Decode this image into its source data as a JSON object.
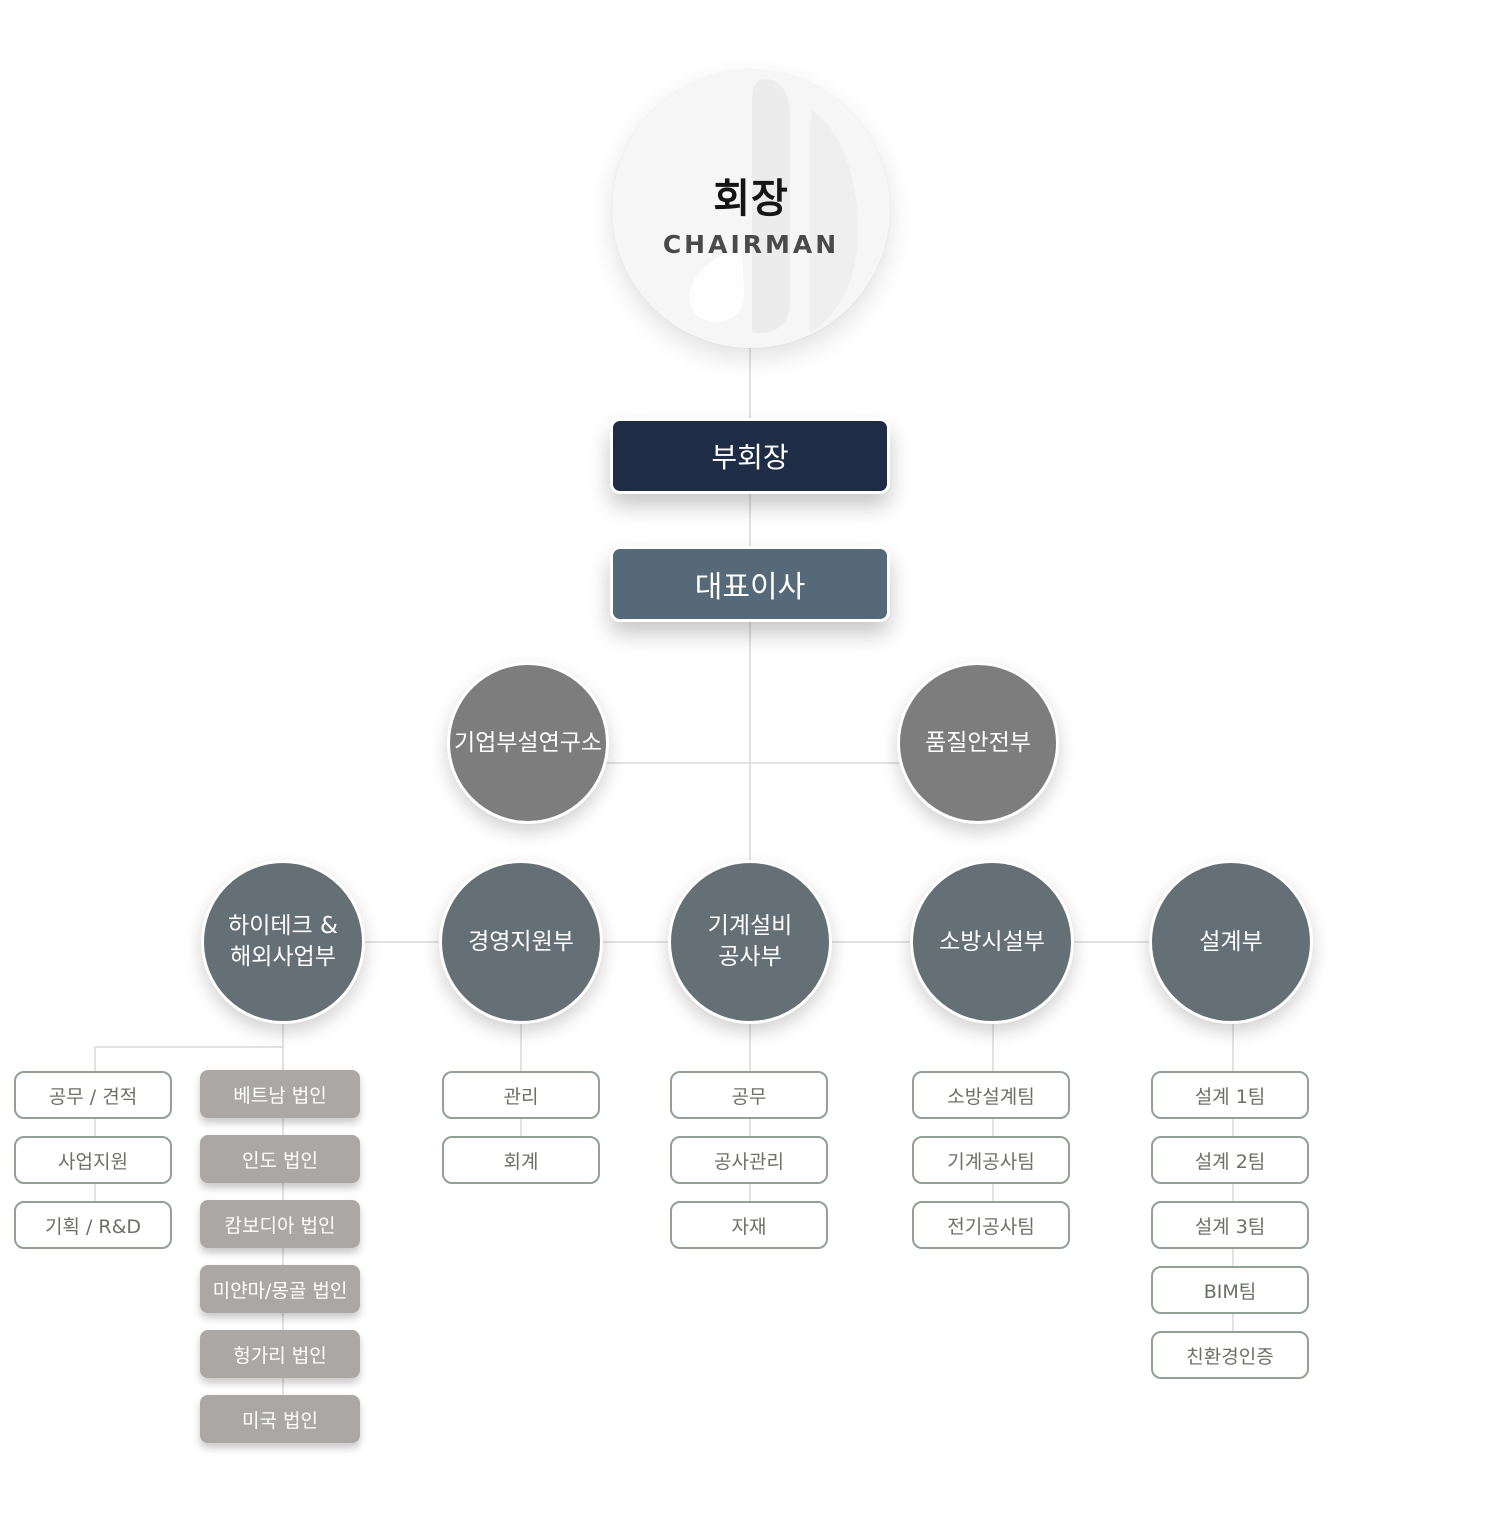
{
  "chairman": {
    "title_ko": "회장",
    "title_en": "CHAIRMAN"
  },
  "vice_chairman": {
    "label": "부회장"
  },
  "ceo": {
    "label": "대표이사"
  },
  "staff": {
    "research_lab": "기업부설연구소",
    "quality_safety": "품질안전부"
  },
  "divisions": {
    "hitech": {
      "label": "하이테크 &\n해외사업부",
      "teams": [
        "공무 / 견적",
        "사업지원",
        "기획 / R&D"
      ],
      "subsidiaries": [
        "베트남 법인",
        "인도 법인",
        "캄보디아 법인",
        "미얀마/몽골 법인",
        "헝가리 법인",
        "미국 법인"
      ]
    },
    "management": {
      "label": "경영지원부",
      "teams": [
        "관리",
        "회계"
      ]
    },
    "mechanical": {
      "label": "기계설비\n공사부",
      "teams": [
        "공무",
        "공사관리",
        "자재"
      ]
    },
    "fire": {
      "label": "소방시설부",
      "teams": [
        "소방설계팀",
        "기계공사팀",
        "전기공사팀"
      ]
    },
    "design": {
      "label": "설계부",
      "teams": [
        "설계 1팀",
        "설계 2팀",
        "설계 3팀",
        "BIM팀",
        "친환경인증"
      ]
    }
  },
  "colors": {
    "vice_chairman": "#1e2d45",
    "ceo": "#566979",
    "staff_circle": "#7d7d7d",
    "division_circle": "#656f76",
    "subsidiary": "#aba7a4",
    "team_border": "#8fa294",
    "line": "#d9d9d9"
  }
}
